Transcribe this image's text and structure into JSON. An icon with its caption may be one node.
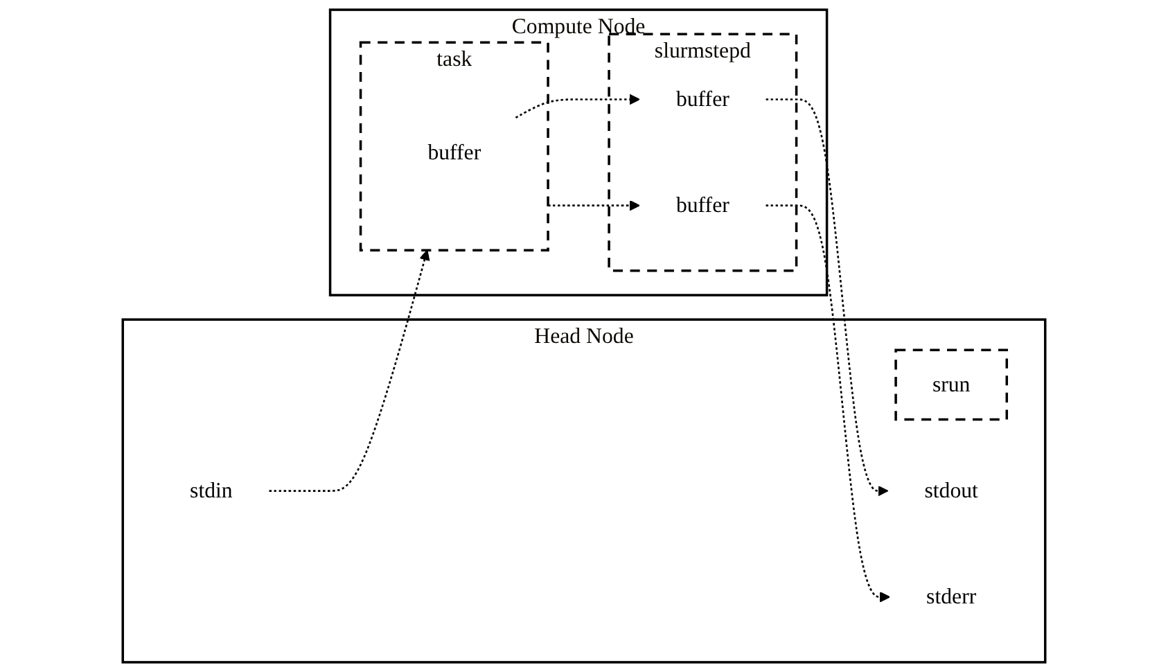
{
  "diagram": {
    "nodes": [
      {
        "text": [
          "Head Node"
        ]
      },
      {
        "text": [
          "srun"
        ],
        "in": 0
      },
      {
        "text": [
          "stdin"
        ],
        "in": 0
      },
      {
        "text": [
          "stdout"
        ],
        "in": 0
      },
      {
        "text": [
          "stderr"
        ],
        "in": 0
      },
      {
        "text": [
          "Compute Node"
        ]
      },
      {
        "text": [
          "slurmstepd"
        ],
        "in": 5
      },
      {
        "text": [
          "buffer"
        ],
        "in": 6
      },
      {
        "text": [
          "buffer"
        ],
        "in": 6
      },
      {
        "text": [
          "task"
        ],
        "in": 5
      },
      {
        "text": [
          "buffer"
        ],
        "in": 9
      }
    ],
    "edges": [
      {
        "from": 2,
        "to": 9,
        "arrow": "to",
        "style": "dashed"
      },
      {
        "from": 10,
        "to": 7,
        "arrow": "to",
        "style": "dashed"
      },
      {
        "from": 7,
        "to": 3,
        "arrow": "to",
        "style": "dashed"
      },
      {
        "from": 9,
        "to": 8,
        "arrow": "to",
        "style": "dashed"
      },
      {
        "from": 8,
        "to": 4,
        "arrow": "to",
        "style": "dashed"
      }
    ]
  }
}
